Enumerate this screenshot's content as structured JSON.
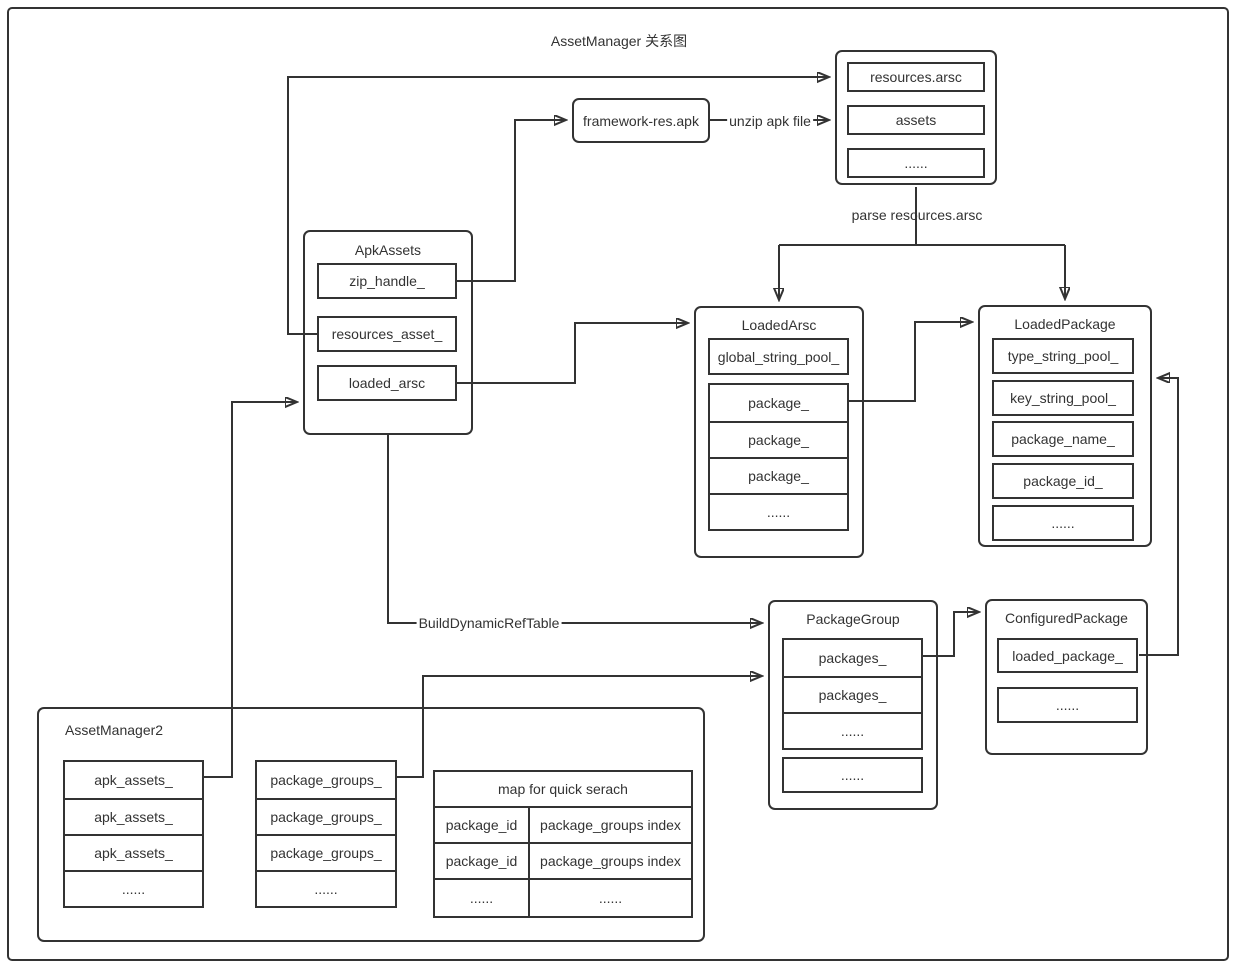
{
  "title": "AssetManager 关系图",
  "colors": {
    "stroke": "#333333",
    "background": "#ffffff"
  },
  "labels": {
    "unzip": "unzip apk file",
    "parse": "parse resources.arsc",
    "build": "BuildDynamicRefTable"
  },
  "boxes": {
    "resources_group": {
      "rows": [
        "resources.arsc",
        "assets",
        "......"
      ]
    },
    "framework": {
      "label": "framework-res.apk"
    },
    "apk_assets": {
      "title": "ApkAssets",
      "rows": [
        "zip_handle_",
        "resources_asset_",
        "loaded_arsc"
      ]
    },
    "loaded_arsc": {
      "title": "LoadedArsc",
      "global_pool": "global_string_pool_",
      "stack": [
        "package_",
        "package_",
        "package_",
        "......"
      ]
    },
    "loaded_package": {
      "title": "LoadedPackage",
      "rows": [
        "type_string_pool_",
        "key_string_pool_",
        "package_name_",
        "package_id_",
        "......"
      ]
    },
    "package_group": {
      "title": "PackageGroup",
      "stack": [
        "packages_",
        "packages_",
        "......"
      ],
      "extra": "......"
    },
    "configured_package": {
      "title": "ConfiguredPackage",
      "rows": [
        "loaded_package_",
        "......"
      ]
    },
    "asset_manager2": {
      "title": "AssetManager2",
      "apk_assets_stack": [
        "apk_assets_",
        "apk_assets_",
        "apk_assets_",
        "......"
      ],
      "package_groups_stack": [
        "package_groups_",
        "package_groups_",
        "package_groups_",
        "......"
      ],
      "map_table": {
        "header": "map for quick serach",
        "rows": [
          [
            "package_id",
            "package_groups index"
          ],
          [
            "package_id",
            "package_groups index"
          ],
          [
            "......",
            "......"
          ]
        ]
      }
    }
  }
}
